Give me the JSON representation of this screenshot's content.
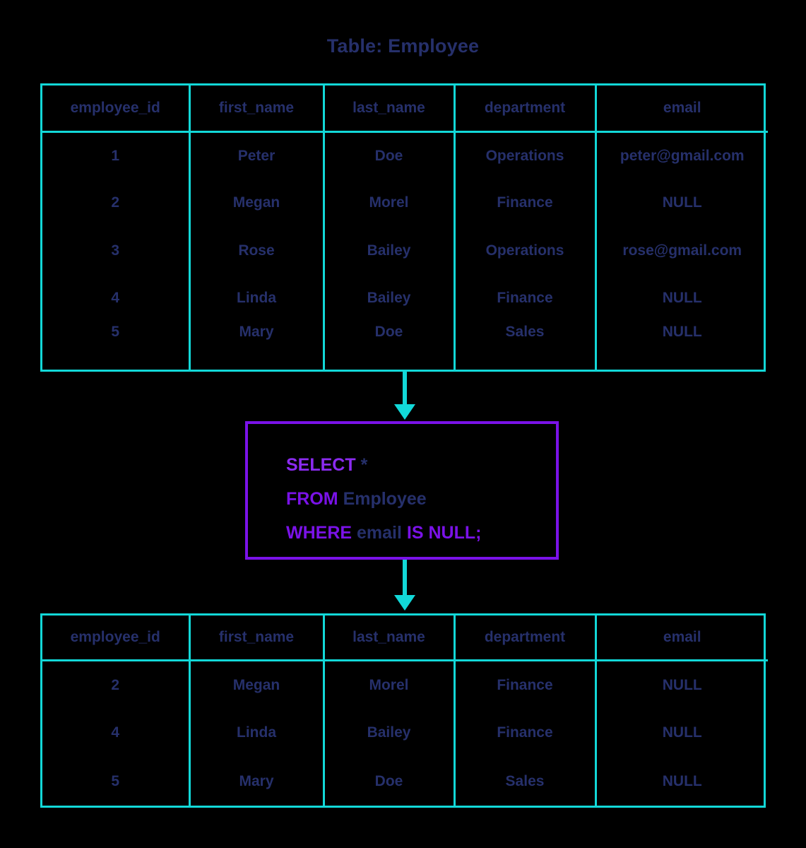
{
  "title": "Table: Employee",
  "colors": {
    "background": "#000000",
    "table_border_cyan": "#12D8D8",
    "text_navy": "#26306B",
    "keyword_purple": "#7A12E8",
    "query_box_border": "#7A12E8"
  },
  "source_table": {
    "name": "Employee",
    "columns": [
      "employee_id",
      "first_name",
      "last_name",
      "department",
      "email"
    ],
    "rows": [
      [
        "1",
        "Peter",
        "Doe",
        "Operations",
        "peter@gmail.com"
      ],
      [
        "2",
        "Megan",
        "Morel",
        "Finance",
        "NULL"
      ],
      [
        "3",
        "Rose",
        "Bailey",
        "Operations",
        "rose@gmail.com"
      ],
      [
        "4",
        "Linda",
        "Bailey",
        "Finance",
        "NULL"
      ],
      [
        "5",
        "Mary",
        "Doe",
        "Sales",
        "NULL"
      ]
    ]
  },
  "query": {
    "line1": {
      "keyword": "SELECT",
      "operand": "*"
    },
    "line2": {
      "keyword": "FROM",
      "operand": "Employee"
    },
    "line3": {
      "keyword": "WHERE",
      "column": "email",
      "predicate": "IS NULL",
      "terminator": ";"
    },
    "full_text": "SELECT * FROM Employee WHERE email IS NULL;"
  },
  "result_table": {
    "columns": [
      "employee_id",
      "first_name",
      "last_name",
      "department",
      "email"
    ],
    "rows": [
      [
        "2",
        "Megan",
        "Morel",
        "Finance",
        "NULL"
      ],
      [
        "4",
        "Linda",
        "Bailey",
        "Finance",
        "NULL"
      ],
      [
        "5",
        "Mary",
        "Doe",
        "Sales",
        "NULL"
      ]
    ]
  },
  "arrows": {
    "top": "down-arrow-icon",
    "bottom": "down-arrow-icon"
  }
}
